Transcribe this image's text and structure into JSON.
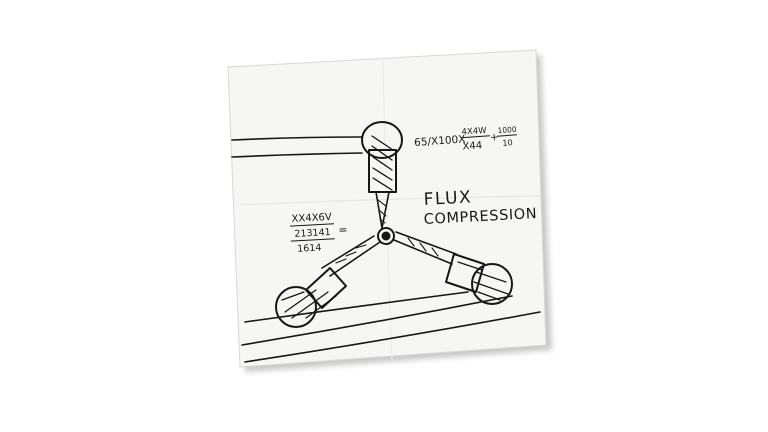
{
  "sketch": {
    "heading_line1": "FLUX",
    "heading_line2": "COMPRESSION",
    "formula_top": {
      "main": "65/X100X",
      "numerator": "4X4W",
      "denominator": "X44",
      "plus_numerator": "1000",
      "plus_denominator": "10"
    },
    "formula_left": {
      "line1": "XX4X6V",
      "line2": "213141",
      "line3": "1614",
      "equals": "="
    }
  },
  "colors": {
    "background": "#ffffff",
    "paper": "#f6f6f4",
    "ink": "#161616",
    "shadow": "#9a9a9a"
  }
}
